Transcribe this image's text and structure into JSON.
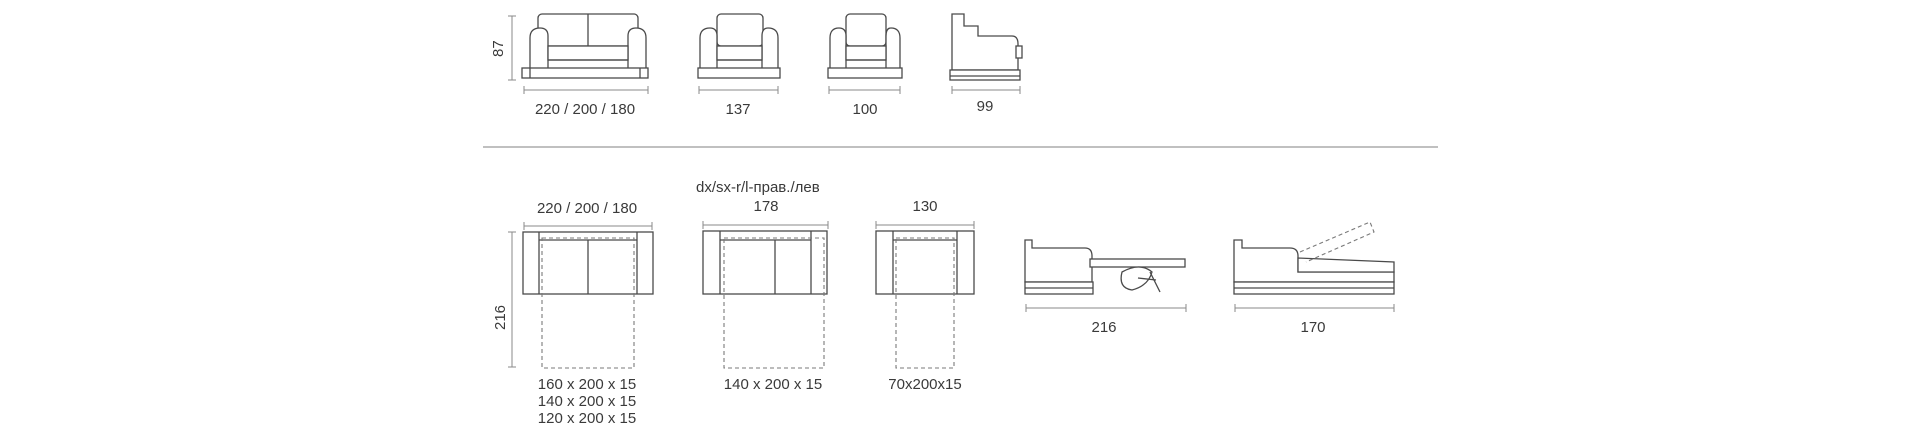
{
  "front_views": {
    "height_label": "87",
    "sofa_width": "220 / 200 / 180",
    "armchair_large_width": "137",
    "armchair_small_width": "100",
    "side_depth": "99"
  },
  "plan_views": {
    "sofa_width": "220 / 200 / 180",
    "length_label": "216",
    "sofa_mattress_sizes": [
      "160 x 200 x 15",
      "140 x 200 x 15",
      "120 x 200 x 15"
    ],
    "corner_note": "dx/sx-r/l-прав./лев",
    "corner_width": "178",
    "corner_mattress": "140 x 200 x 15",
    "chair_bed_width": "130",
    "chair_bed_mattress": "70x200x15",
    "open_side_length": "216",
    "storage_side_length": "170"
  },
  "colors": {
    "line": "#4a4a4a",
    "text": "#3a3a3a",
    "separator": "#9a9a9a"
  }
}
